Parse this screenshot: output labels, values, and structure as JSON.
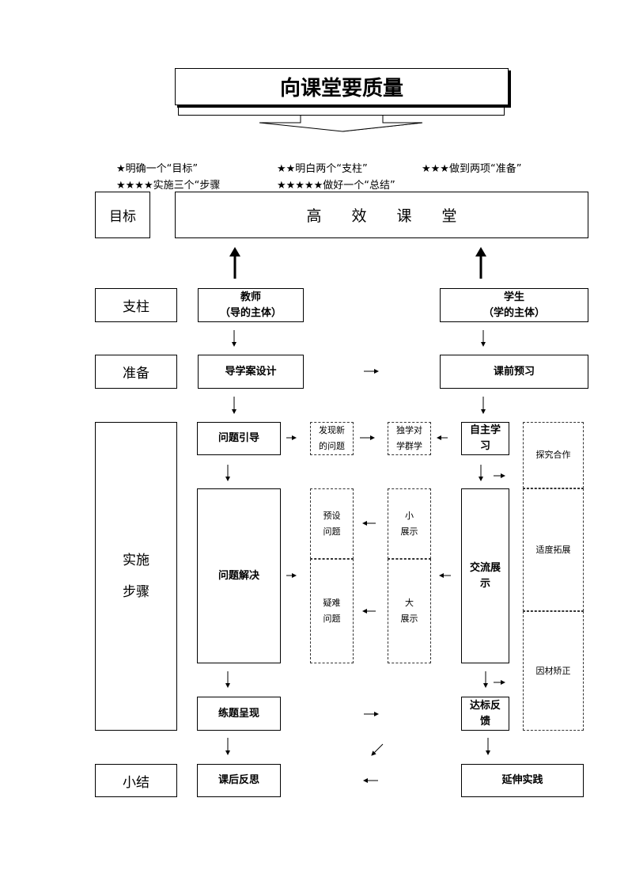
{
  "title": "向课堂要质量",
  "points": [
    "★明确一个“目标”",
    "★★明白两个“支柱”",
    "★★★做到两项“准备”",
    "★★★★实施三个“步骤",
    "★★★★★做好一个“总结”"
  ],
  "rows": {
    "goal": "目标",
    "pillar": "支柱",
    "prep": "准备",
    "steps": "实施\n\n步骤",
    "summary": "小结"
  },
  "goal_box": "高　　效　　课　　堂",
  "teacher": "教师\n（导的主体）",
  "student": "学生\n（学的主体）",
  "prep_teacher": "导学案设计",
  "prep_student": "课前预习",
  "teacher_steps": {
    "guide": "问题引导",
    "solve": "问题解决",
    "practice": "练题呈现",
    "reflect": "课后反思"
  },
  "middle": {
    "discover": "发现新\n的问题",
    "peer": "独学对\n学群学",
    "preset": "预设\n问题",
    "small_show": "小\n展示",
    "hard": "疑难\n问题",
    "big_show": "大\n展示"
  },
  "student_steps": {
    "self_study": "自主学\n习",
    "exchange": "交流展\n示",
    "feedback": "达标反\n馈",
    "extend": "延伸实践"
  },
  "right_column": {
    "explore": "探究合作",
    "expand": "适度拓展",
    "correct": "因材矫正"
  }
}
